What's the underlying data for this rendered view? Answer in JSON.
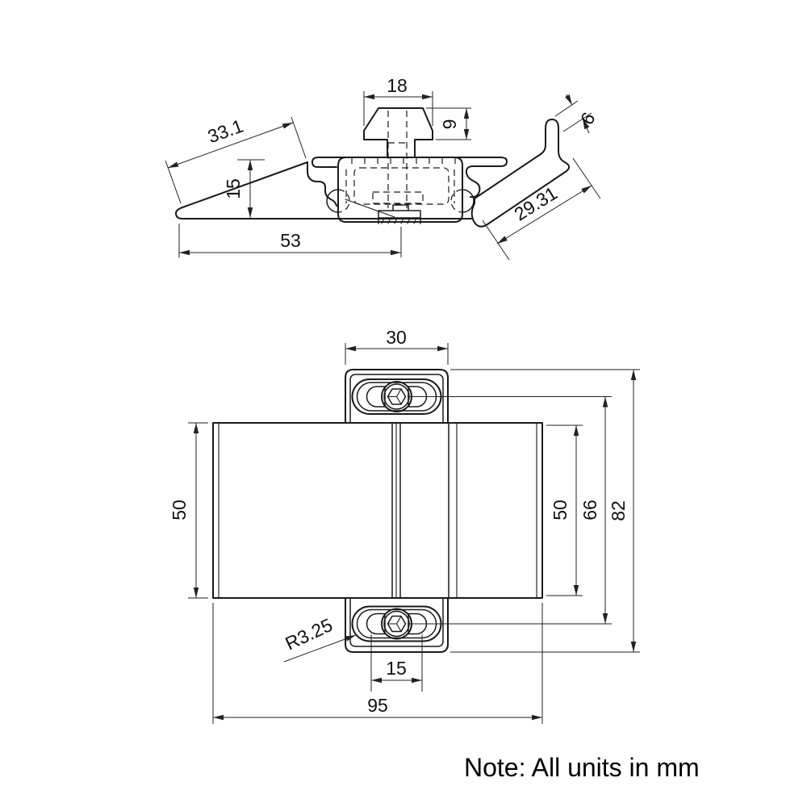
{
  "note": "Note: All units in mm",
  "colors": {
    "line": "#1a1a1a",
    "dimension_line": "#222222",
    "background": "#ffffff"
  },
  "side_view": {
    "name": "side-profile-view",
    "dims": {
      "knob_width": "18",
      "knob_height": "9",
      "left_arm_length": "33.1",
      "arm_height": "15",
      "base_length": "53",
      "right_arm_length": "29.31",
      "hook_width": "6"
    }
  },
  "front_view": {
    "name": "front-view",
    "dims": {
      "tab_width": "30",
      "body_height_left": "50",
      "body_height_right": "50",
      "screw_spacing": "66",
      "overall_height": "82",
      "slot_length": "15",
      "overall_width": "95",
      "slot_radius": "R3.25"
    }
  }
}
